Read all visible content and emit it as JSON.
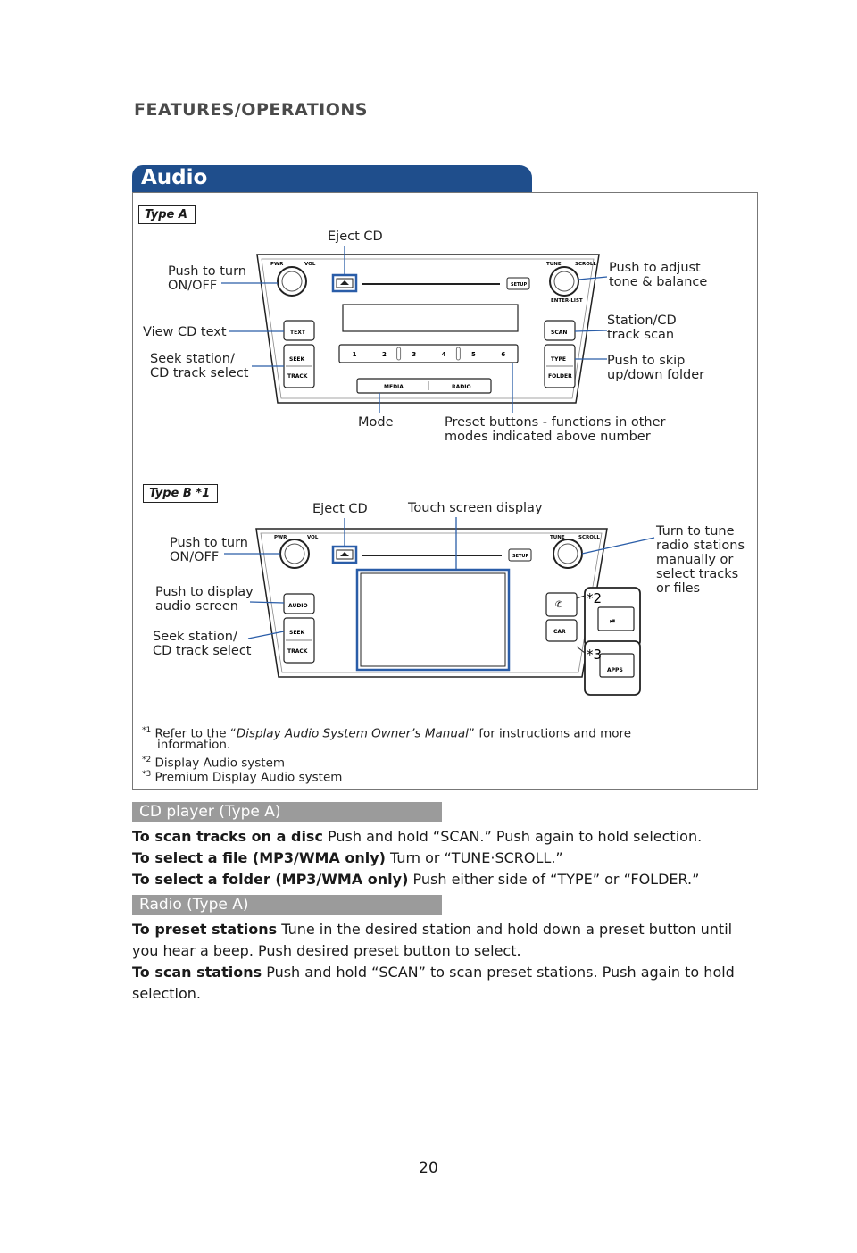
{
  "header": {
    "section_title": "FEATURES/OPERATIONS",
    "tab_title": "Audio"
  },
  "type_a": {
    "label": "Type A",
    "callouts": {
      "eject_cd": "Eject CD",
      "power": "Push to turn\nON/OFF",
      "view_text": "View CD text",
      "seek": "Seek station/\nCD track select",
      "mode": "Mode",
      "presets": "Preset buttons - functions in other\nmodes indicated above number",
      "tune": "Push to adjust\ntone & balance",
      "scan": "Station/CD\ntrack scan",
      "folder": "Push to skip\nup/down folder"
    },
    "unit": {
      "pwr": "PWR",
      "vol": "VOL",
      "tune": "TUNE",
      "scroll": "SCROLL",
      "enter_list": "ENTER-LIST",
      "setup": "SETUP",
      "text": "TEXT",
      "seek": "SEEK",
      "track": "TRACK",
      "scan": "SCAN",
      "type": "TYPE",
      "folder": "FOLDER",
      "media": "MEDIA",
      "radio": "RADIO",
      "presets": [
        "1",
        "2",
        "3",
        "4",
        "5",
        "6"
      ]
    }
  },
  "type_b": {
    "label": "Type B *1",
    "callouts": {
      "eject_cd": "Eject CD",
      "touch": "Touch screen display",
      "power": "Push to turn\nON/OFF",
      "audio": "Push to display\naudio screen",
      "seek": "Seek station/\nCD track select",
      "tune": "Turn to tune\nradio stations\nmanually or\nselect tracks\nor files",
      "mark2": "*2",
      "mark3": "*3"
    },
    "unit": {
      "pwr": "PWR",
      "vol": "VOL",
      "tune": "TUNE",
      "scroll": "SCROLL",
      "setup": "SETUP",
      "audio": "AUDIO",
      "seek": "SEEK",
      "track": "TRACK",
      "car": "CAR",
      "apps": "APPS"
    }
  },
  "footnotes": {
    "f1_mark": "*1",
    "f1_prefix": "Refer to the “",
    "f1_italic": "Display Audio System Owner’s Manual",
    "f1_suffix": "” for instructions and more",
    "f1_line2": "information.",
    "f2_mark": "*2",
    "f2": "Display Audio system",
    "f3_mark": "*3",
    "f3": "Premium Display Audio system"
  },
  "cd_player": {
    "heading": "CD player (Type A)",
    "items": [
      {
        "bold": "To scan tracks on a disc",
        "text": " Push and hold “SCAN.” Push again to hold selection."
      },
      {
        "bold": "To select a file (MP3/WMA only)",
        "text": " Turn or “TUNE·SCROLL.”"
      },
      {
        "bold": "To select a folder (MP3/WMA only)",
        "text": " Push either side of “TYPE” or “FOLDER.”"
      }
    ]
  },
  "radio": {
    "heading": "Radio (Type A)",
    "items": [
      {
        "bold": "To preset stations",
        "text": " Tune in the desired station and hold down a preset button until you hear a beep. Push desired preset button to select."
      },
      {
        "bold": "To scan stations",
        "text": " Push and hold “SCAN” to scan preset stations. Push again to hold selection."
      }
    ]
  },
  "page_number": "20",
  "colors": {
    "tab_blue": "#1f4e8c",
    "subhead_gray": "#9b9b9b",
    "highlight_blue": "#2a5da8"
  }
}
